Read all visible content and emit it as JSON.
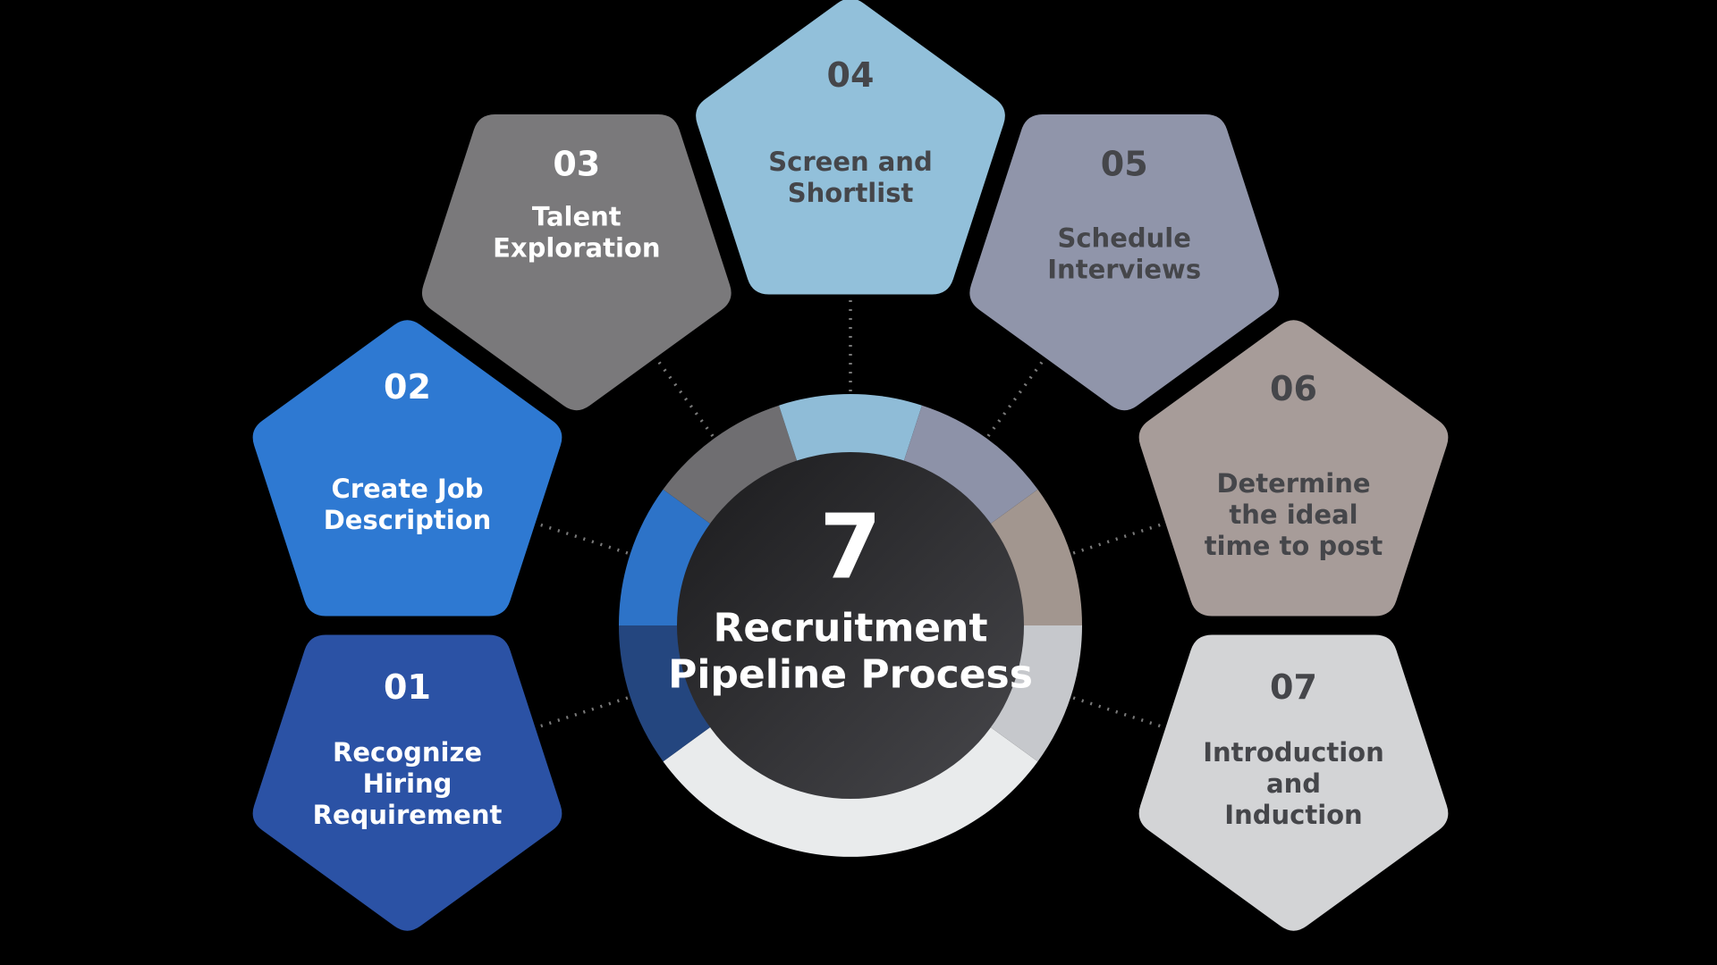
{
  "background": "#000000",
  "center": {
    "number": "7",
    "title_line1": "Recruitment",
    "title_line2": "Pipeline Process",
    "circle_gradient_from": "#1b1b1d",
    "circle_gradient_to": "#47474b",
    "text_color": "#ffffff"
  },
  "connector_color": "#7a7a7a",
  "ring_filler_color": "#e9ebec",
  "steps": [
    {
      "id": "01",
      "lines": [
        "Recognize",
        "Hiring",
        "Requirement"
      ],
      "color": "#2b52a5",
      "ring_color": "#24467f",
      "text_color": "#ffffff"
    },
    {
      "id": "02",
      "lines": [
        "Create Job",
        "Description"
      ],
      "color": "#2e79d2",
      "ring_color": "#2d73c8",
      "text_color": "#ffffff"
    },
    {
      "id": "03",
      "lines": [
        "Talent",
        "Exploration"
      ],
      "color": "#7a797b",
      "ring_color": "#6f6e71",
      "text_color": "#ffffff"
    },
    {
      "id": "04",
      "lines": [
        "Screen and",
        "Shortlist"
      ],
      "color": "#92c0da",
      "ring_color": "#8fbcd7",
      "text_color": "#45464a"
    },
    {
      "id": "05",
      "lines": [
        "Schedule",
        "Interviews"
      ],
      "color": "#9095aa",
      "ring_color": "#8d92a8",
      "text_color": "#45464a"
    },
    {
      "id": "06",
      "lines": [
        "Determine",
        "the ideal",
        "time to post"
      ],
      "color": "#a79c99",
      "ring_color": "#a2968f",
      "text_color": "#45464a"
    },
    {
      "id": "07",
      "lines": [
        "Introduction",
        "and",
        "Induction"
      ],
      "color": "#d3d4d6",
      "ring_color": "#c6c8cc",
      "text_color": "#45464a"
    }
  ]
}
